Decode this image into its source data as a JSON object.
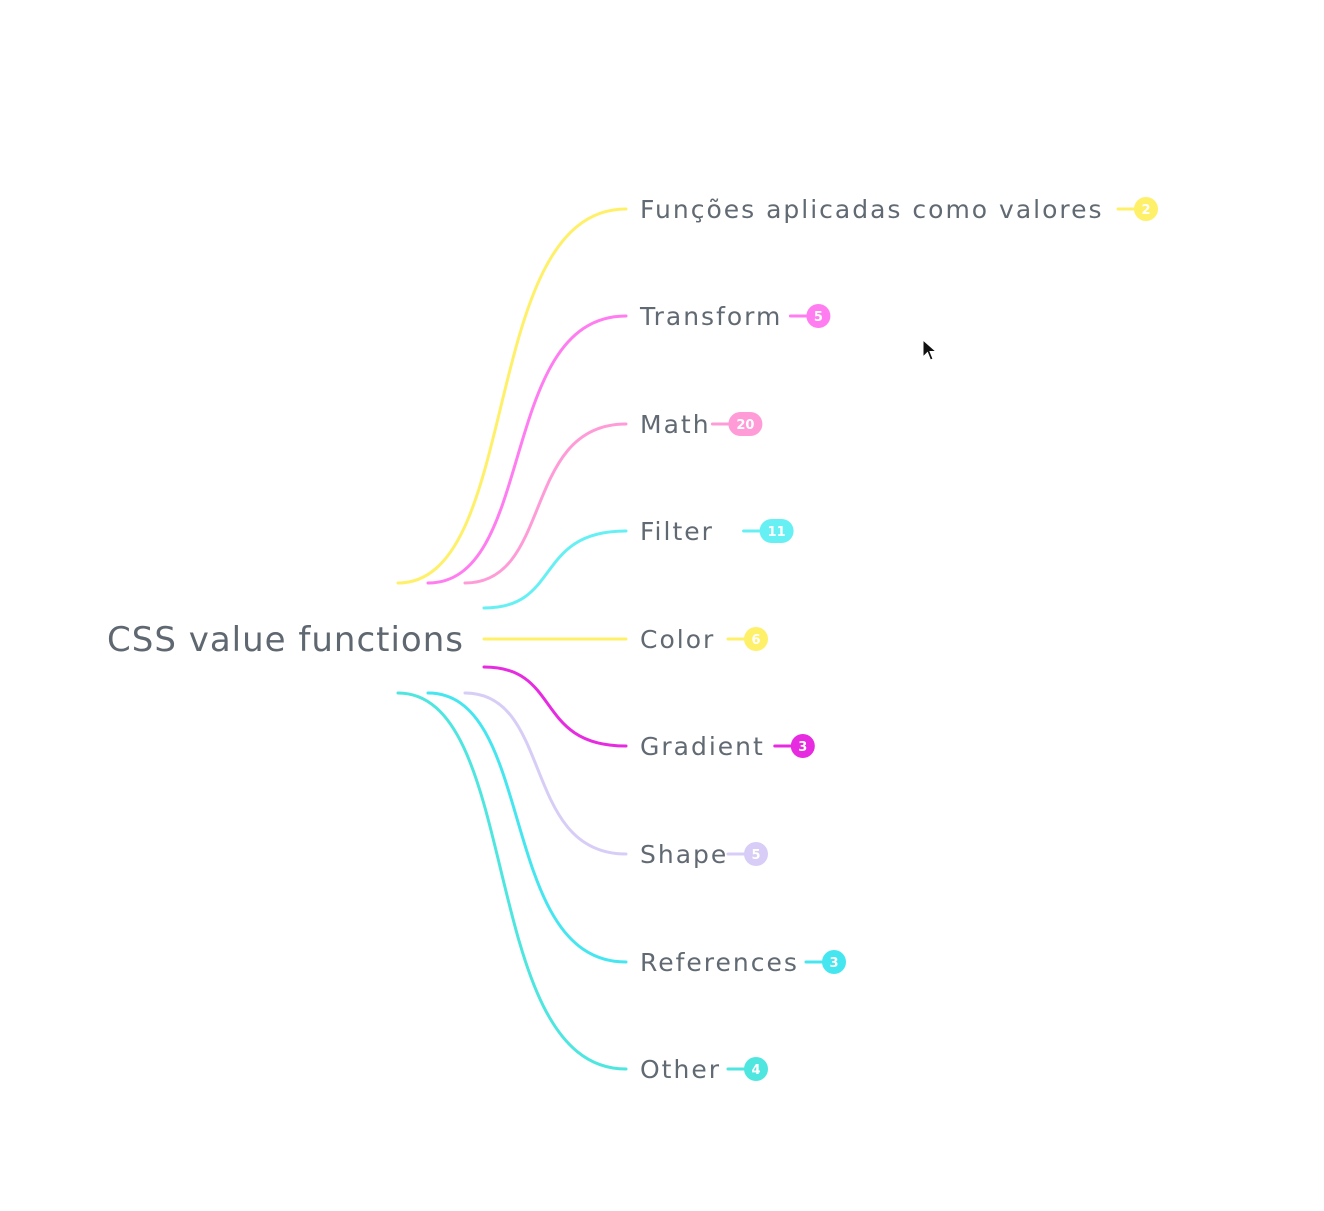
{
  "root": {
    "label": "CSS value functions"
  },
  "branches": [
    {
      "label": "Funções aplicadas como valores",
      "count": "2",
      "color": "#fff06a"
    },
    {
      "label": "Transform",
      "count": "5",
      "color": "#ff7df0"
    },
    {
      "label": "Math",
      "count": "20",
      "color": "#ff9cd8"
    },
    {
      "label": "Filter",
      "count": "11",
      "color": "#66f0f4"
    },
    {
      "label": "Color",
      "count": "6",
      "color": "#fff06a"
    },
    {
      "label": "Gradient",
      "count": "3",
      "color": "#e62be0"
    },
    {
      "label": "Shape",
      "count": "5",
      "color": "#d8cdf6"
    },
    {
      "label": "References",
      "count": "3",
      "color": "#46e6f0"
    },
    {
      "label": "Other",
      "count": "4",
      "color": "#4fe6e0"
    }
  ],
  "icons": {
    "cursor": "mouse-pointer-icon"
  }
}
